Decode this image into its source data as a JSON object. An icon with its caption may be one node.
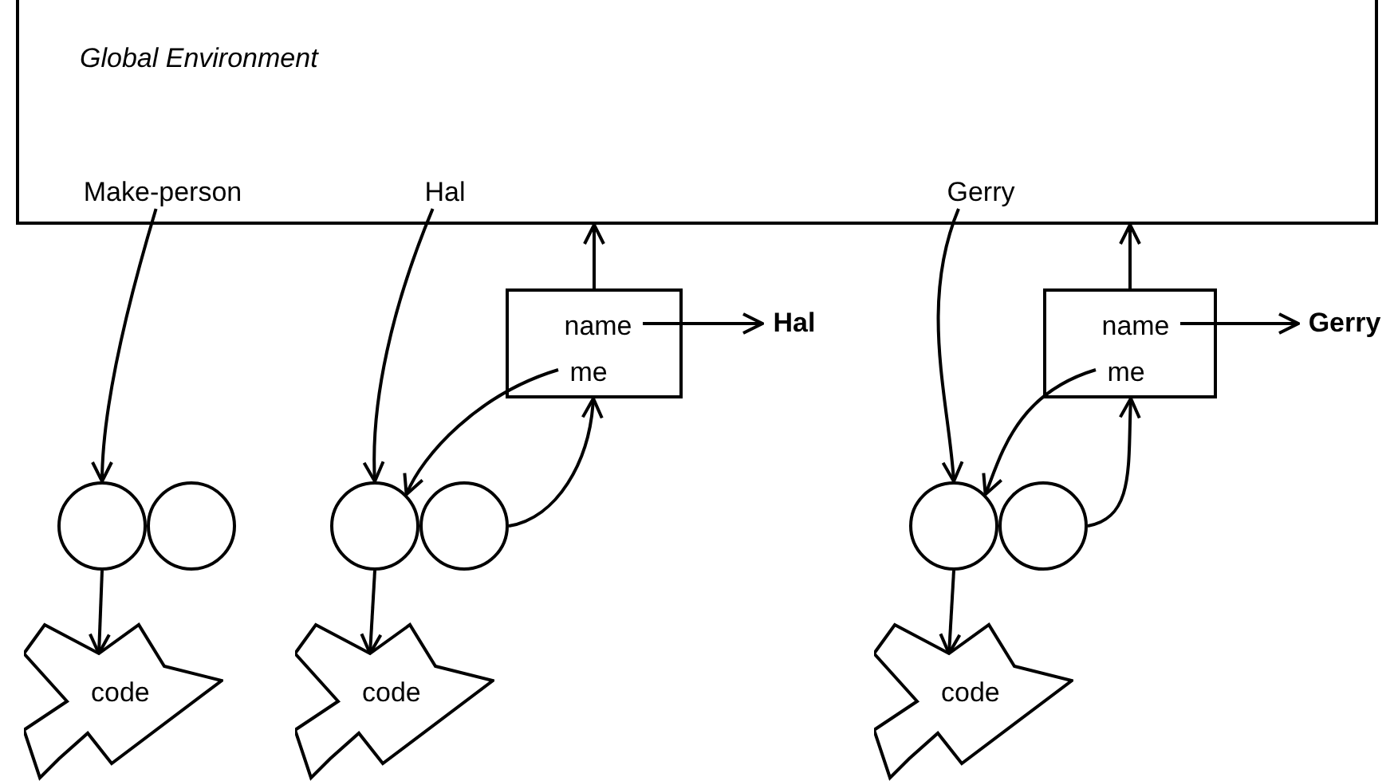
{
  "diagram": {
    "nodes": [
      {
        "text": [
          "Global Environment"
        ]
      },
      {
        "text": [
          "Make-person"
        ],
        "in": 0
      },
      {
        "text": [
          "Hal"
        ],
        "in": 0
      },
      {
        "text": [
          "Gerry"
        ],
        "in": 0
      },
      {
        "text": [],
        "shape": "box"
      },
      {
        "text": [
          "name"
        ],
        "in": 4
      },
      {
        "text": [
          "me"
        ],
        "in": 4
      },
      {
        "text": [
          "Hal"
        ]
      },
      {
        "text": [],
        "shape": "box"
      },
      {
        "text": [
          "name"
        ],
        "in": 8
      },
      {
        "text": [
          "me"
        ],
        "in": 8
      },
      {
        "text": [
          "Gerry"
        ]
      },
      {
        "text": [],
        "shape": "circle"
      },
      {
        "text": [],
        "shape": "circle"
      },
      {
        "text": [
          "code"
        ]
      },
      {
        "text": [],
        "shape": "circle"
      },
      {
        "text": [],
        "shape": "circle"
      },
      {
        "text": [
          "code"
        ]
      },
      {
        "text": [],
        "shape": "circle"
      },
      {
        "text": [],
        "shape": "circle"
      },
      {
        "text": [
          "code"
        ]
      }
    ],
    "edges": [
      {
        "from": 1,
        "to": 12,
        "arrow": "to"
      },
      {
        "from": 12,
        "to": 14,
        "arrow": "to"
      },
      {
        "from": 2,
        "to": 15,
        "arrow": "to"
      },
      {
        "from": 15,
        "to": 17,
        "arrow": "to"
      },
      {
        "from": 4,
        "to": 0,
        "arrow": "to"
      },
      {
        "from": 5,
        "to": 7,
        "arrow": "to"
      },
      {
        "from": 6,
        "to": 15,
        "arrow": "to"
      },
      {
        "from": 16,
        "to": 4,
        "arrow": "to"
      },
      {
        "from": 3,
        "to": 18,
        "arrow": "to"
      },
      {
        "from": 18,
        "to": 20,
        "arrow": "to"
      },
      {
        "from": 8,
        "to": 0,
        "arrow": "to"
      },
      {
        "from": 9,
        "to": 11,
        "arrow": "to"
      },
      {
        "from": 10,
        "to": 18,
        "arrow": "to"
      },
      {
        "from": 19,
        "to": 8,
        "arrow": "to"
      }
    ]
  }
}
